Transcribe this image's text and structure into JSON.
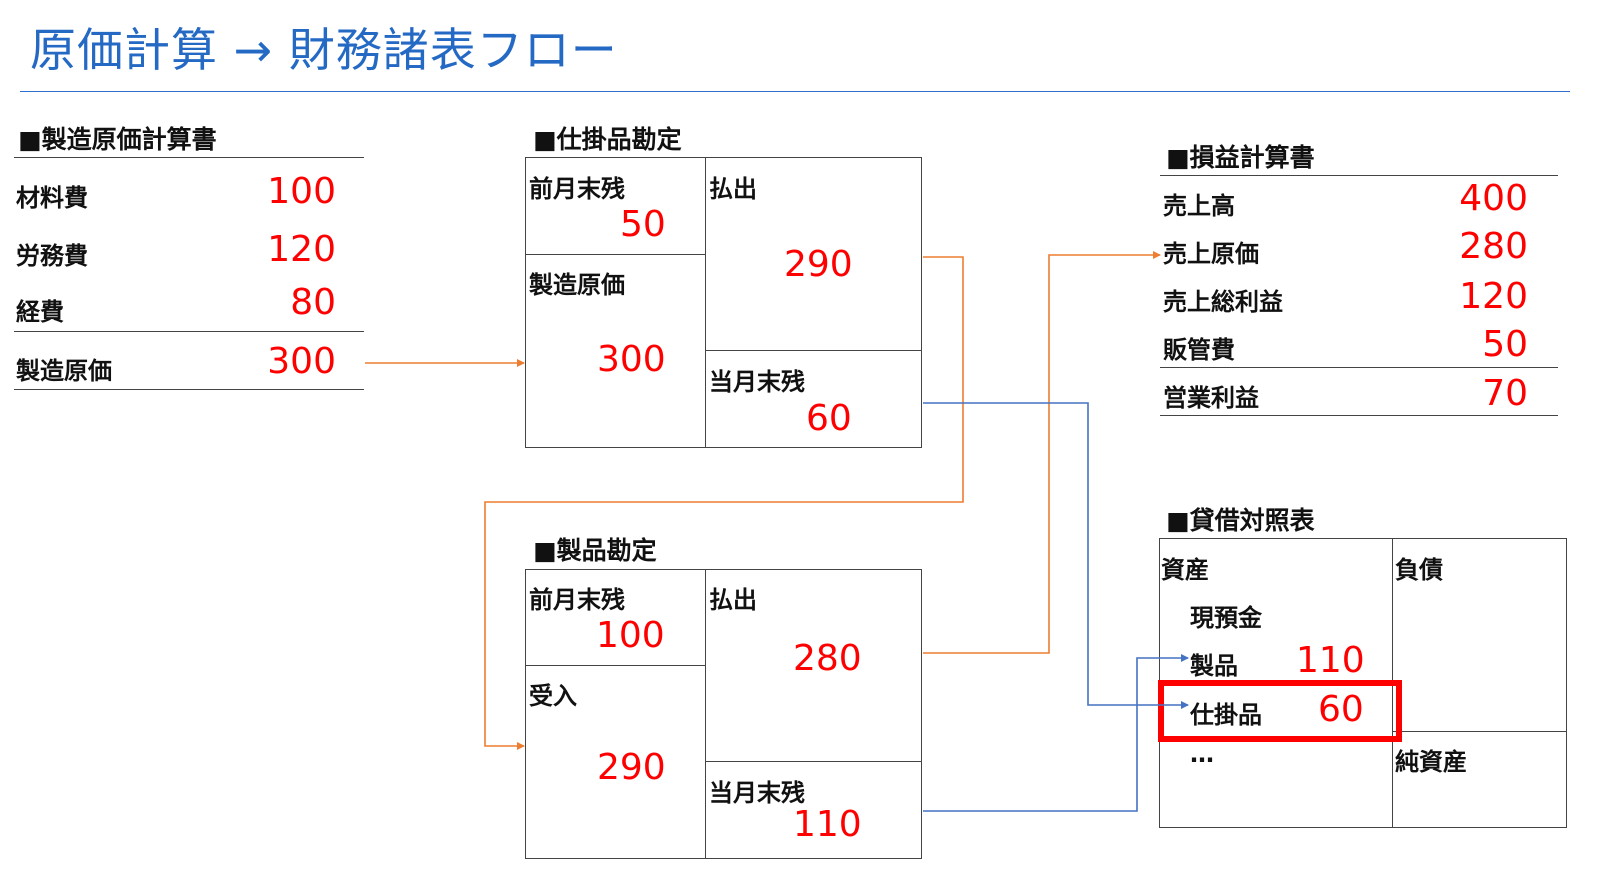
{
  "title": "原価計算 → 財務諸表フロー",
  "manufacturing_cost_statement": {
    "heading": "■製造原価計算書",
    "rows": [
      {
        "label": "材料費",
        "value": "100"
      },
      {
        "label": "労務費",
        "value": "120"
      },
      {
        "label": "経費",
        "value": "80"
      },
      {
        "label": "製造原価",
        "value": "300"
      }
    ]
  },
  "wip_account": {
    "heading": "■仕掛品勘定",
    "opening_label": "前月末残",
    "opening_value": "50",
    "inflow_label": "製造原価",
    "inflow_value": "300",
    "outflow_label": "払出",
    "outflow_value": "290",
    "closing_label": "当月末残",
    "closing_value": "60"
  },
  "product_account": {
    "heading": "■製品勘定",
    "opening_label": "前月末残",
    "opening_value": "100",
    "inflow_label": "受入",
    "inflow_value": "290",
    "outflow_label": "払出",
    "outflow_value": "280",
    "closing_label": "当月末残",
    "closing_value": "110"
  },
  "income_statement": {
    "heading": "■損益計算書",
    "rows": [
      {
        "label": "売上高",
        "value": "400"
      },
      {
        "label": "売上原価",
        "value": "280"
      },
      {
        "label": "売上総利益",
        "value": "120"
      },
      {
        "label": "販管費",
        "value": "50"
      },
      {
        "label": "営業利益",
        "value": "70"
      }
    ]
  },
  "balance_sheet": {
    "heading": "■貸借対照表",
    "assets_label": "資産",
    "cash_label": "現預金",
    "product_label": "製品",
    "product_value": "110",
    "wip_label": "仕掛品",
    "wip_value": "60",
    "ellipsis": "…",
    "liabilities_label": "負債",
    "net_assets_label": "純資産"
  },
  "colors": {
    "title": "#2469c4",
    "value": "#ff0000",
    "cost_flow_arrow": "#ed7d31",
    "balance_flow_arrow": "#4472c4",
    "highlight": "#ff0000"
  }
}
